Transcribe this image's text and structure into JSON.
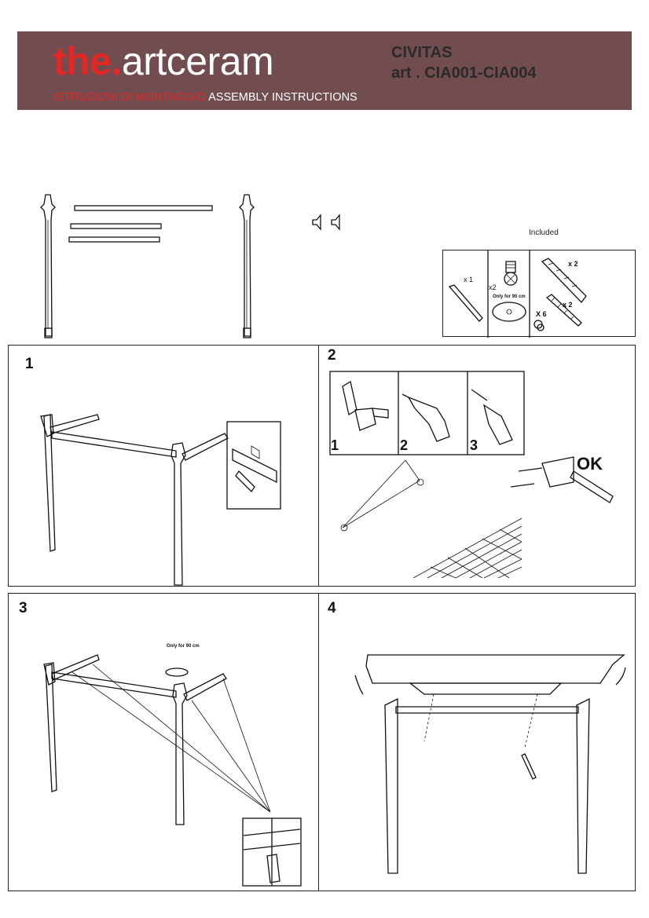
{
  "header": {
    "brand_the": "the",
    "brand_dot": ".",
    "brand_artceram": "artceram",
    "subtitle_it": "ISTRUZIONI DI MONTAGGIO",
    "subtitle_en": "ASSEMBLY INSTRUCTIONS",
    "product_name": "CIVITAS",
    "product_code": "art . CIA001-CIA004"
  },
  "parts": {
    "included_label": "Included",
    "allen_key_qty": "x 1",
    "screw_qty": "x2",
    "only_for_90": "Only for 90 cm",
    "plug_qty": "x 2",
    "long_screw_qty": "x 2",
    "nut_qty": "X 6"
  },
  "steps": {
    "s1": "1",
    "s2": "2",
    "s3": "3",
    "s4": "4",
    "sub1": "1",
    "sub2": "2",
    "sub3": "3",
    "ok": "OK",
    "only_for_90_step3": "Only for 90 cm"
  }
}
